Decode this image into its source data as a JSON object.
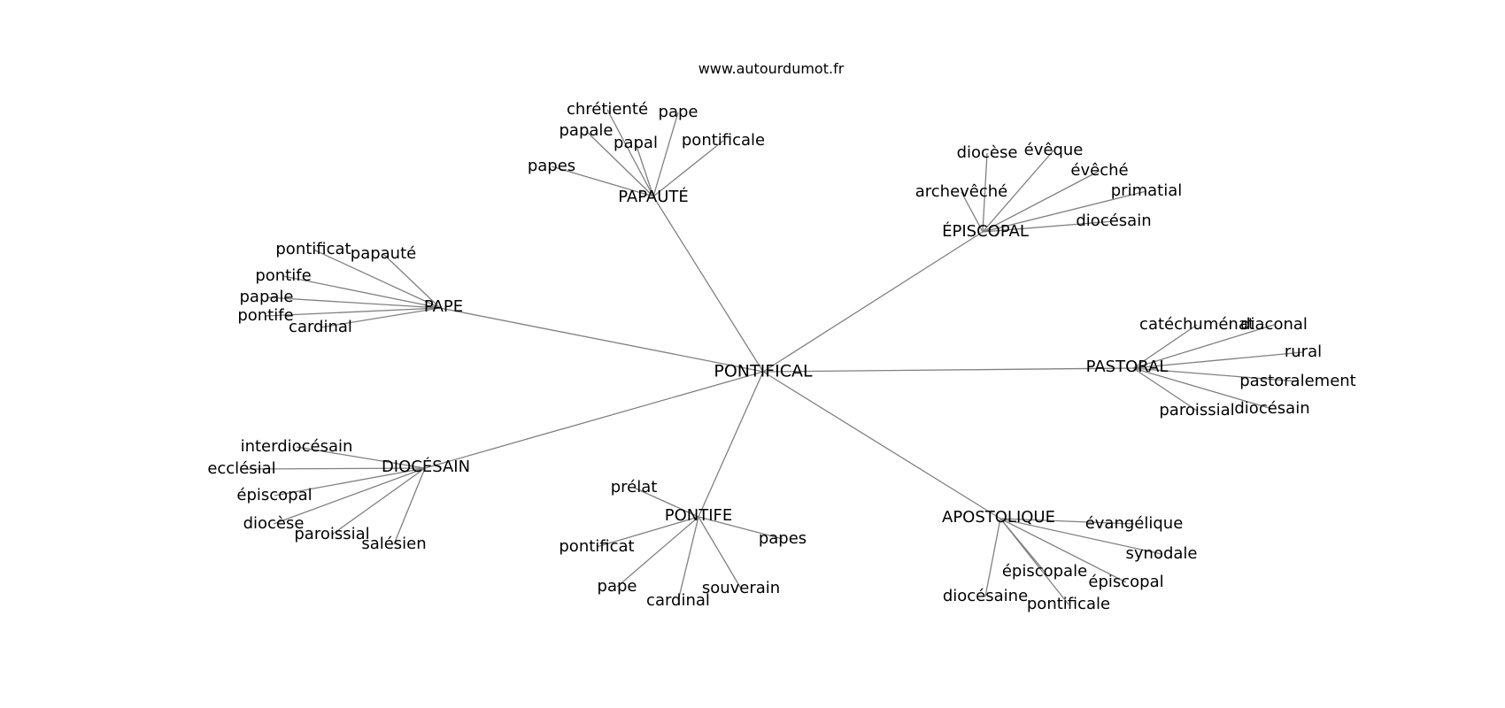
{
  "credit": "www.autourdumot.fr",
  "center": {
    "label": "PONTIFICAL"
  },
  "hubs": [
    {
      "label": "PAPAUTÉ",
      "leaves": [
        "chrétienté",
        "pape",
        "papale",
        "papal",
        "pontificale",
        "papes"
      ]
    },
    {
      "label": "ÉPISCOPAL",
      "leaves": [
        "diocèse",
        "évêque",
        "évêché",
        "archevêché",
        "primatial",
        "diocésain"
      ]
    },
    {
      "label": "PAPE",
      "leaves": [
        "pontificat",
        "papauté",
        "pontife",
        "papale",
        "pontife",
        "cardinal"
      ]
    },
    {
      "label": "PASTORAL",
      "leaves": [
        "catéchuménat",
        "diaconal",
        "rural",
        "pastoralement",
        "paroissial",
        "diocésain"
      ]
    },
    {
      "label": "DIOCÉSAIN",
      "leaves": [
        "interdiocésain",
        "ecclésial",
        "épiscopal",
        "diocèse",
        "paroissial",
        "salésien"
      ]
    },
    {
      "label": "PONTIFE",
      "leaves": [
        "prélat",
        "papes",
        "pontificat",
        "pape",
        "cardinal",
        "souverain"
      ]
    },
    {
      "label": "APOSTOLIQUE",
      "leaves": [
        "évangélique",
        "synodale",
        "épiscopale",
        "épiscopal",
        "diocésaine",
        "pontificale"
      ]
    }
  ]
}
